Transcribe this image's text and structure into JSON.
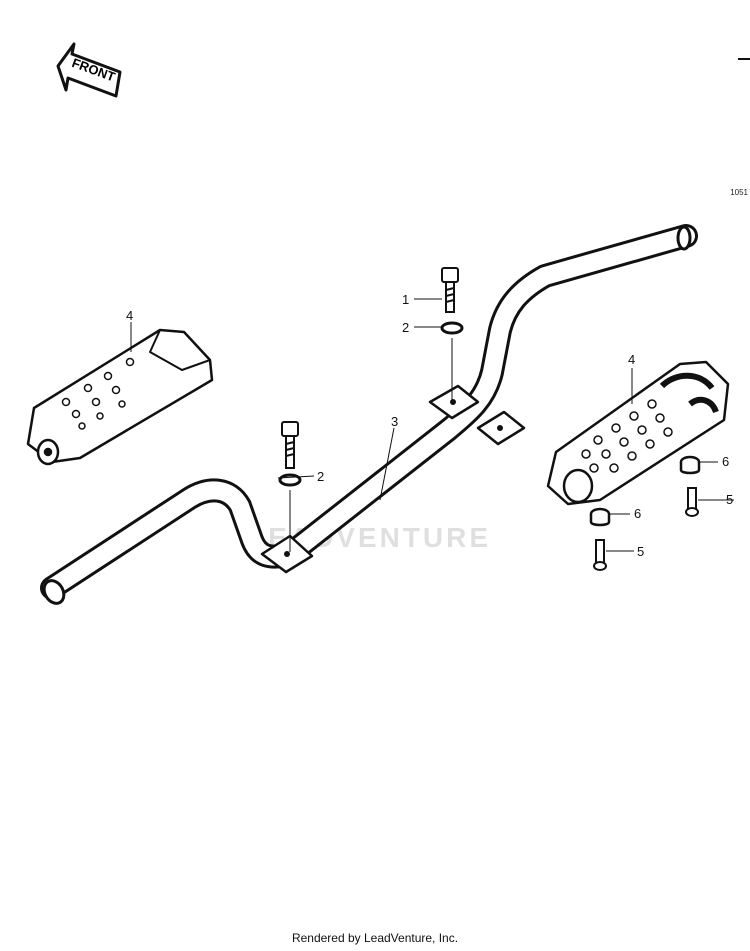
{
  "front_label": "FRONT",
  "figure_number": "1051",
  "watermark_text": "LEADVENTURE",
  "footer_text": "Rendered by LeadVenture, Inc.",
  "callouts": [
    {
      "id": "c1",
      "number": "1",
      "part": "bolt"
    },
    {
      "id": "c2a",
      "number": "2",
      "part": "washer-upper"
    },
    {
      "id": "c2b",
      "number": "2",
      "part": "washer-lower"
    },
    {
      "id": "c3",
      "number": "3",
      "part": "footpeg-bar"
    },
    {
      "id": "c4a",
      "number": "4",
      "part": "footpeg-rubber-left"
    },
    {
      "id": "c4b",
      "number": "4",
      "part": "footpeg-rubber-right"
    },
    {
      "id": "c5a",
      "number": "5",
      "part": "screw-upper"
    },
    {
      "id": "c5b",
      "number": "5",
      "part": "screw-lower"
    },
    {
      "id": "c6a",
      "number": "6",
      "part": "collar-upper"
    },
    {
      "id": "c6b",
      "number": "6",
      "part": "collar-lower"
    }
  ],
  "colors": {
    "ink": "#111111",
    "paper": "#ffffff"
  }
}
